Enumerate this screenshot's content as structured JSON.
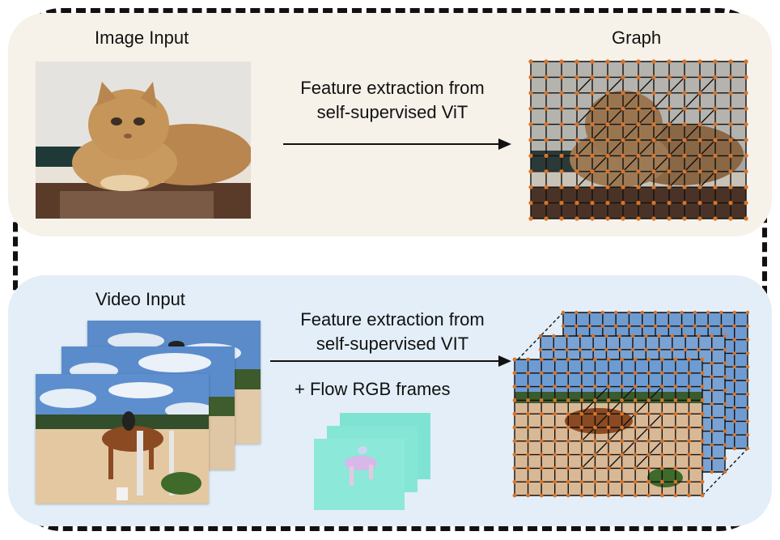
{
  "image_section": {
    "input_label": "Image Input",
    "caption_line1": "Feature extraction from",
    "caption_line2": "self-supervised ViT",
    "output_label": "Graph"
  },
  "video_section": {
    "input_label": "Video Input",
    "caption_line1": "Feature extraction from",
    "caption_line2": "self-supervised VIT",
    "flow_label": "+ Flow RGB frames"
  },
  "colors": {
    "image_panel_bg": "#f6f1e9",
    "video_panel_bg": "#e3eef8",
    "node": "#d9742b",
    "edge": "#111111"
  }
}
